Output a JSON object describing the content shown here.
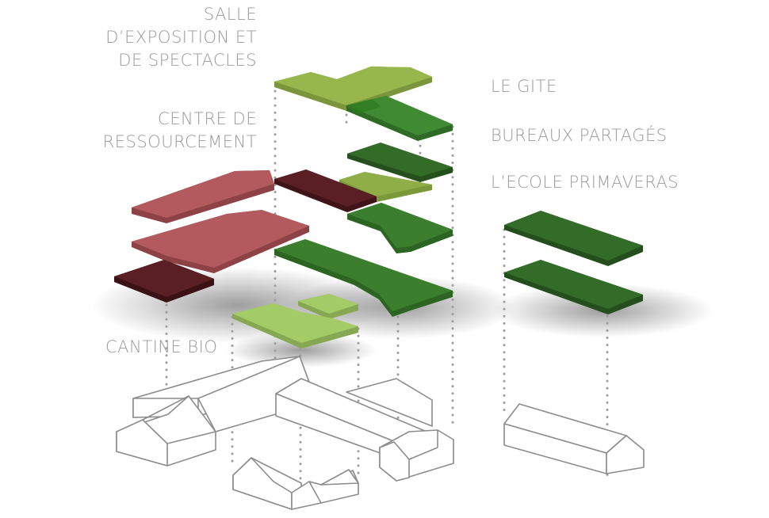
{
  "labels": {
    "salle": [
      "SALLE",
      "D’EXPOSITION ET",
      "DE SPECTACLES"
    ],
    "centre": [
      "CENTRE DE",
      "RESSOURCEMENT"
    ],
    "cantine": "CANTINE BIO",
    "gite": "LE GITE",
    "bureaux": "BUREAUX PARTAGÉS",
    "ecole": "L’ECOLE PRIMAVERAS"
  },
  "colors": {
    "light_green": "#97b74c",
    "mid_green": "#3f8a32",
    "dark_green": "#2f6b26",
    "lime": "#a4cc66",
    "rose": "#b25a5e",
    "maroon": "#5a1f24",
    "outline": "#8c8c8c",
    "text": "#9a9a9a"
  }
}
